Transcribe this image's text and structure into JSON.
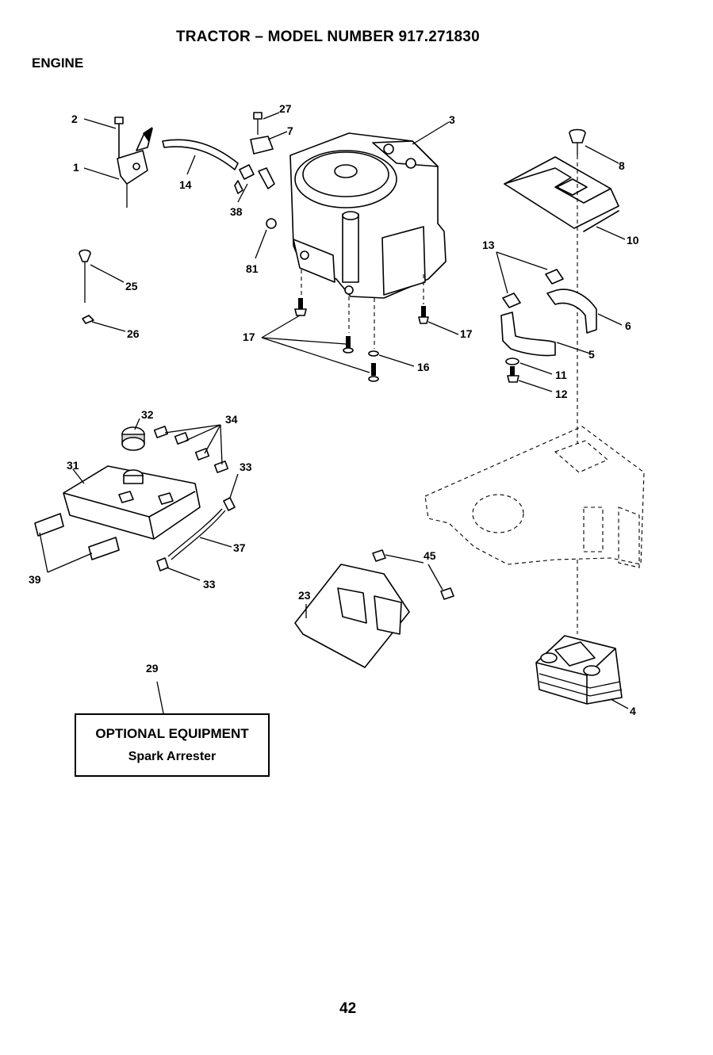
{
  "header": {
    "title": "TRACTOR – MODEL NUMBER 917.271830",
    "section": "ENGINE"
  },
  "callouts": [
    {
      "id": "c-2",
      "label": "2"
    },
    {
      "id": "c-1",
      "label": "1"
    },
    {
      "id": "c-14",
      "label": "14"
    },
    {
      "id": "c-27",
      "label": "27"
    },
    {
      "id": "c-7",
      "label": "7"
    },
    {
      "id": "c-3",
      "label": "3"
    },
    {
      "id": "c-8",
      "label": "8"
    },
    {
      "id": "c-10",
      "label": "10"
    },
    {
      "id": "c-38",
      "label": "38"
    },
    {
      "id": "c-81",
      "label": "81"
    },
    {
      "id": "c-25",
      "label": "25"
    },
    {
      "id": "c-26",
      "label": "26"
    },
    {
      "id": "c-13",
      "label": "13"
    },
    {
      "id": "c-6",
      "label": "6"
    },
    {
      "id": "c-17a",
      "label": "17"
    },
    {
      "id": "c-17b",
      "label": "17"
    },
    {
      "id": "c-16",
      "label": "16"
    },
    {
      "id": "c-5",
      "label": "5"
    },
    {
      "id": "c-11",
      "label": "11"
    },
    {
      "id": "c-12",
      "label": "12"
    },
    {
      "id": "c-32",
      "label": "32"
    },
    {
      "id": "c-34",
      "label": "34"
    },
    {
      "id": "c-31",
      "label": "31"
    },
    {
      "id": "c-33a",
      "label": "33"
    },
    {
      "id": "c-37",
      "label": "37"
    },
    {
      "id": "c-39",
      "label": "39"
    },
    {
      "id": "c-33b",
      "label": "33"
    },
    {
      "id": "c-45",
      "label": "45"
    },
    {
      "id": "c-23",
      "label": "23"
    },
    {
      "id": "c-29",
      "label": "29"
    },
    {
      "id": "c-4",
      "label": "4"
    }
  ],
  "optional_box": {
    "heading": "OPTIONAL EQUIPMENT",
    "item": "Spark Arrester"
  },
  "footer": {
    "page_number": "42"
  }
}
